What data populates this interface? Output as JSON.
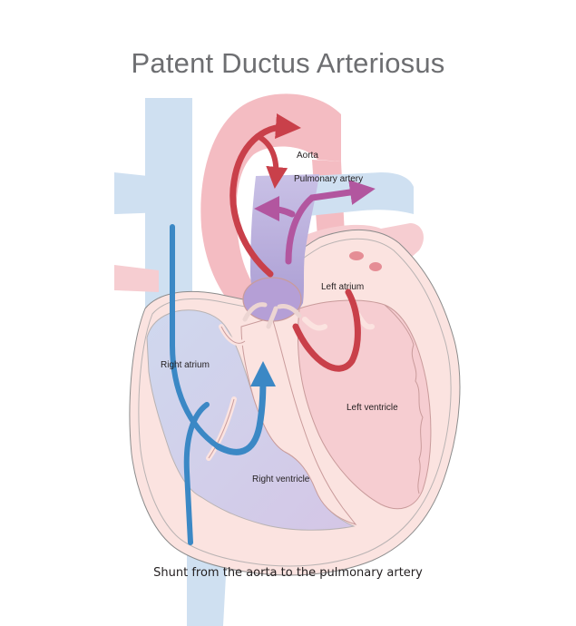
{
  "title": "Patent Ductus Arteriosus",
  "caption": "Shunt from the aorta to the pulmonary artery",
  "labels": {
    "aorta": "Aorta",
    "pulmonary_artery": "Pulmonary artery",
    "left_atrium": "Left atrium",
    "right_atrium": "Right atrium",
    "left_ventricle": "Left ventricle",
    "right_ventricle": "Right ventricle"
  },
  "colors": {
    "vena_cava": "#cfe0f1",
    "aorta": "#f4bcc2",
    "left_heart": "#f6cdd1",
    "heart_wall": "#fbe3e0",
    "right_heart": "#d8d6ec",
    "pulmonary": "#b7a9d8",
    "arrow_red": "#c9404a",
    "arrow_blue": "#3b88c5",
    "arrow_purple": "#b2569f",
    "title": "#6d6e71"
  }
}
